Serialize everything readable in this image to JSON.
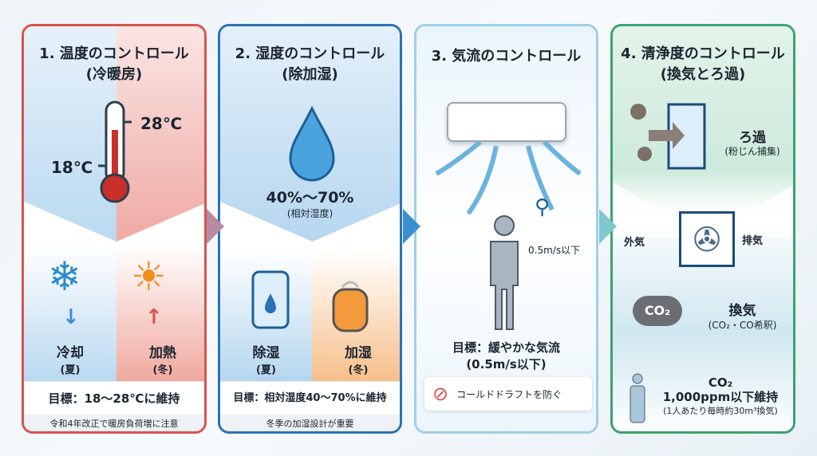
{
  "panels": [
    {
      "title": "1. 温度のコントロール",
      "subtitle": "(冷暖房)",
      "temp_high": "28℃",
      "temp_low": "18℃",
      "thermometer_fill": 0.5,
      "left_label": "冷却",
      "left_sub": "(夏)",
      "right_label": "加熱",
      "right_sub": "(冬)",
      "goal": "目標：18〜28℃に維持",
      "note": "令和4年改正で暖房負荷増に注意",
      "color": "#d9534f"
    },
    {
      "title": "2. 湿度のコントロール",
      "subtitle": "(除加湿)",
      "value": "40%〜70%",
      "value_sub": "(相対湿度)",
      "left_label": "除湿",
      "left_sub": "(夏)",
      "right_label": "加湿",
      "right_sub": "(冬)",
      "goal": "目標：相対湿度40〜70%に維持",
      "note": "冬季の加湿設計が重要",
      "color": "#2a72b5"
    },
    {
      "title": "3. 気流のコントロール",
      "speed": "0.5m/s以下",
      "goal_line1": "目標：緩やかな気流",
      "goal_line2": "(0.5m/s以下)",
      "warning": "コールドドラフトを防ぐ",
      "color": "#9fcfe6"
    },
    {
      "title": "4. 清浄度のコントロール",
      "subtitle": "(換気とろ過)",
      "filter_label": "ろ過",
      "filter_sub": "(粉じん捕集)",
      "outside_air": "外気",
      "exhaust": "排気",
      "co2_icon": "CO₂",
      "vent_label": "換気",
      "vent_sub": "(CO₂・CO希釈)",
      "co2_title": "CO₂",
      "co2_target": "1,000ppm以下維持",
      "co2_note": "(1人あたり毎時約30m³換気)",
      "color": "#3aa36f"
    }
  ]
}
